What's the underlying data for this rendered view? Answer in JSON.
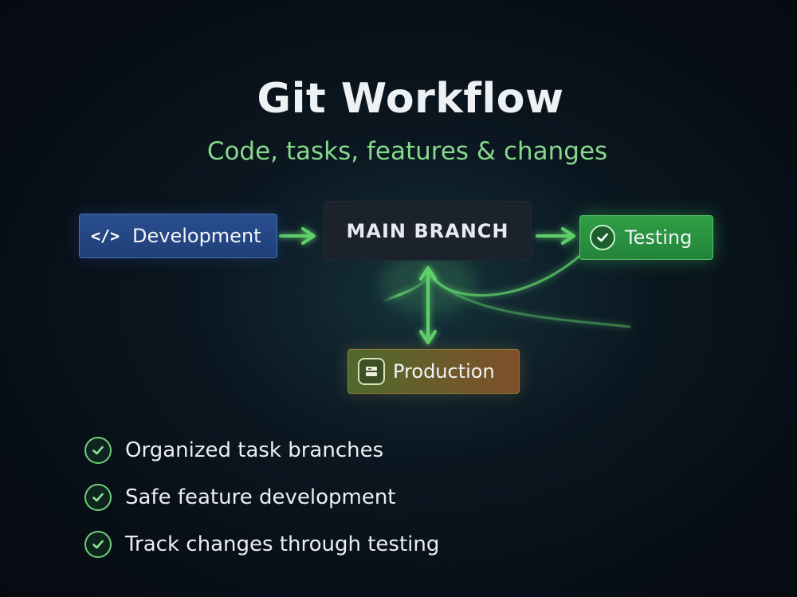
{
  "title": "Git Workflow",
  "subtitle": "Code, tasks, features & changes",
  "nodes": {
    "development": {
      "label": "Development",
      "icon": "code-icon"
    },
    "main": {
      "label": "MAIN BRANCH"
    },
    "testing": {
      "label": "Testing",
      "icon": "check-circle-icon"
    },
    "production": {
      "label": "Production",
      "icon": "server-icon"
    }
  },
  "bullets": [
    {
      "text": "Organized task branches",
      "icon": "check-circle-icon"
    },
    {
      "text": "Safe feature development",
      "icon": "check-circle-icon"
    },
    {
      "text": "Track changes through testing",
      "icon": "check-circle-icon"
    }
  ],
  "colors": {
    "background": "#070c14",
    "accent_green": "#5fd06a",
    "subtitle": "#86d98c",
    "development": "#2a4e8f",
    "testing": "#2f9e46",
    "production": "#6e5a2a",
    "main_branch": "#1b222c"
  }
}
